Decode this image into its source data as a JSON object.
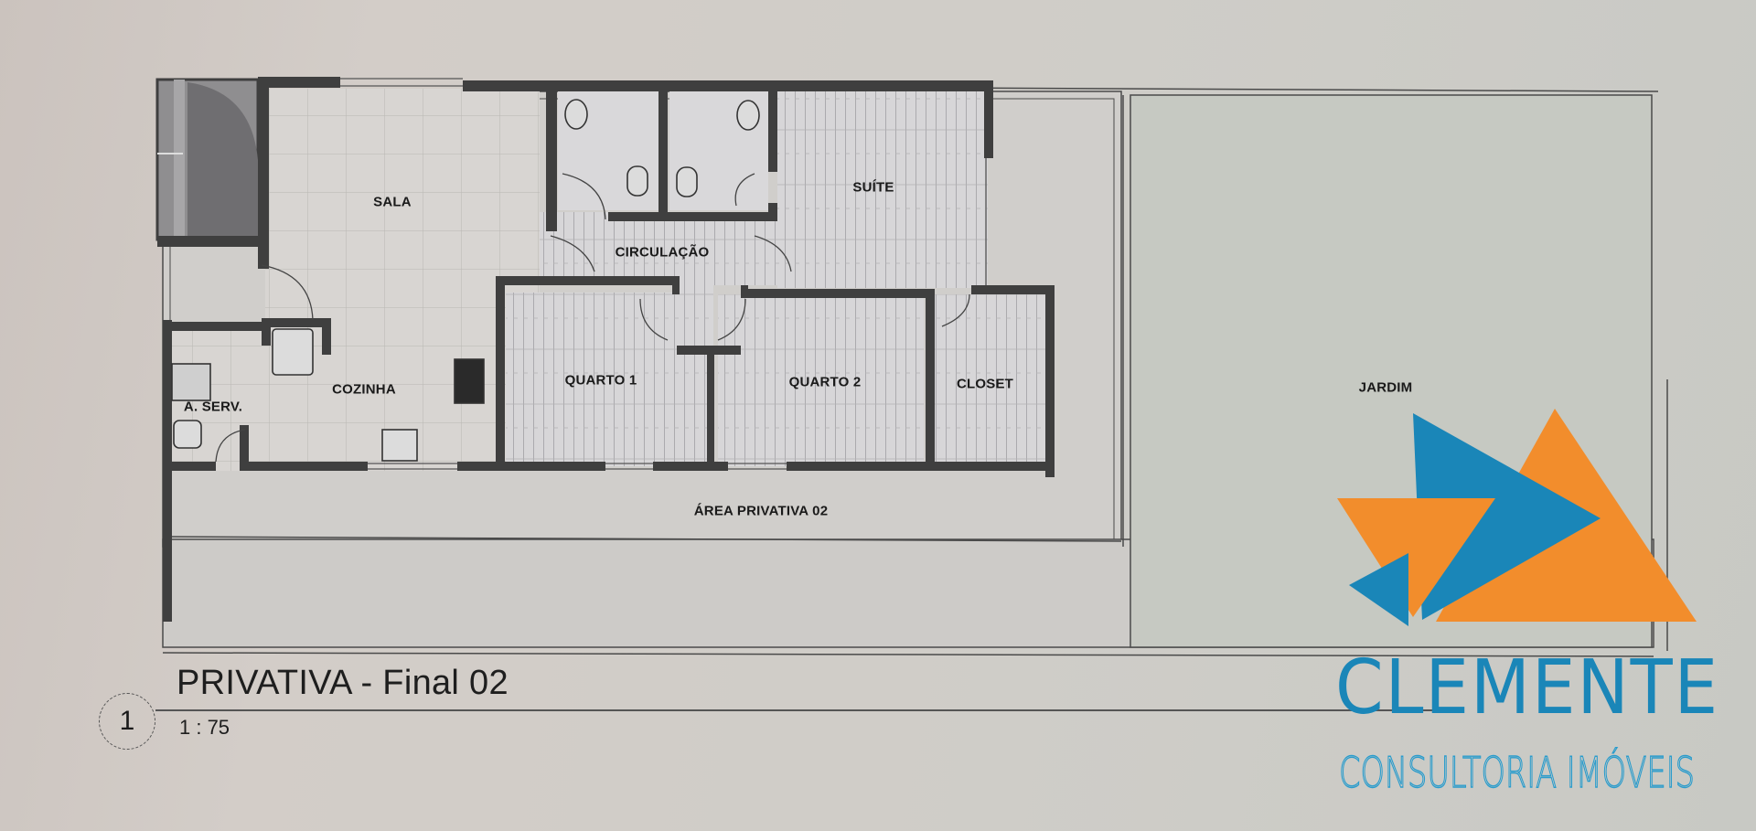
{
  "drawing": {
    "view_number": "1",
    "view_title": "PRIVATIVA - Final 02",
    "scale": "1 : 75"
  },
  "rooms": {
    "sala": "SALA",
    "cozinha": "COZINHA",
    "area_servico": "A. SERV.",
    "circulacao": "CIRCULAÇÃO",
    "suite": "SUÍTE",
    "quarto1": "QUARTO 1",
    "quarto2": "QUARTO 2",
    "closet": "CLOSET",
    "jardim": "JARDIM",
    "area_privativa": "ÁREA PRIVATIVA 02"
  },
  "watermark": {
    "name": "CLEMENTE",
    "subtitle": "CONSULTORIA IMÓVEIS",
    "colors": {
      "blue": "#1a86b8",
      "orange": "#f28d2c"
    }
  },
  "colors": {
    "wall": "#3f3f3f",
    "floor": "#d6d3d0",
    "garden": "#c5c8c2",
    "line": "#4a4a4a"
  }
}
